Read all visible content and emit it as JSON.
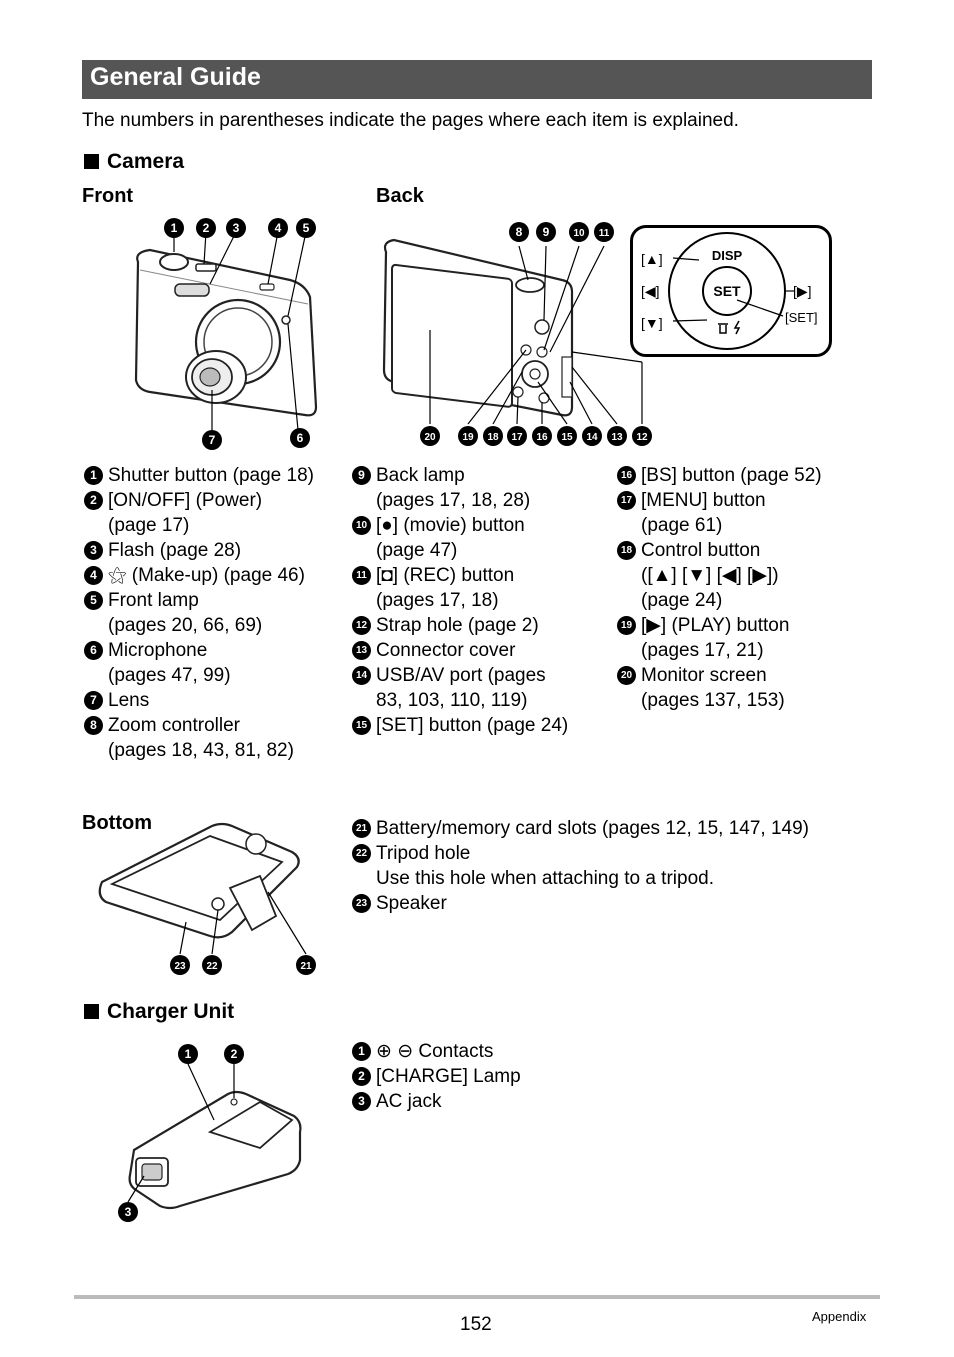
{
  "header": {
    "title": "General Guide"
  },
  "intro": "The numbers in parentheses indicate the pages where each item is explained.",
  "camera": {
    "heading": "Camera",
    "front_label": "Front",
    "back_label": "Back",
    "bottom_label": "Bottom",
    "dial_labels": {
      "disp": "DISP",
      "set": "SET",
      "up": "[▲]",
      "left": "[◀]",
      "down": "[▼]",
      "right": "[▶]",
      "set_bracket": "[SET]"
    },
    "col1": [
      {
        "num": "1",
        "lines": [
          "Shutter button (page 18)"
        ]
      },
      {
        "num": "2",
        "lines": [
          "[ON/OFF] (Power)",
          "(page 17)"
        ]
      },
      {
        "num": "3",
        "lines": [
          "Flash (page 28)"
        ]
      },
      {
        "num": "4",
        "lines": [
          "⚝ (Make-up) (page 46)"
        ]
      },
      {
        "num": "5",
        "lines": [
          "Front lamp",
          "(pages 20, 66, 69)"
        ]
      },
      {
        "num": "6",
        "lines": [
          "Microphone",
          "(pages 47, 99)"
        ]
      },
      {
        "num": "7",
        "lines": [
          "Lens"
        ]
      },
      {
        "num": "8",
        "lines": [
          "Zoom controller",
          "(pages 18, 43, 81, 82)"
        ]
      }
    ],
    "col2": [
      {
        "num": "9",
        "lines": [
          "Back lamp",
          "(pages 17, 18, 28)"
        ]
      },
      {
        "num": "10",
        "lines": [
          "[●] (movie) button",
          "(page 47)"
        ]
      },
      {
        "num": "11",
        "lines": [
          "[◘] (REC) button",
          "(pages 17, 18)"
        ]
      },
      {
        "num": "12",
        "lines": [
          "Strap hole (page 2)"
        ]
      },
      {
        "num": "13",
        "lines": [
          "Connector cover"
        ]
      },
      {
        "num": "14",
        "lines": [
          "USB/AV port (pages",
          "83, 103, 110, 119)"
        ]
      },
      {
        "num": "15",
        "lines": [
          "[SET] button (page 24)"
        ]
      }
    ],
    "col3": [
      {
        "num": "16",
        "lines": [
          "[BS] button (page 52)"
        ]
      },
      {
        "num": "17",
        "lines": [
          "[MENU] button",
          "(page 61)"
        ]
      },
      {
        "num": "18",
        "lines": [
          "Control button",
          "([▲] [▼] [◀] [▶])",
          "(page 24)"
        ]
      },
      {
        "num": "19",
        "lines": [
          "[▶] (PLAY) button",
          "(pages 17, 21)"
        ]
      },
      {
        "num": "20",
        "lines": [
          "Monitor screen",
          "(pages 137, 153)"
        ]
      }
    ],
    "bottom_items": [
      {
        "num": "21",
        "lines": [
          "Battery/memory card slots (pages 12, 15, 147, 149)"
        ]
      },
      {
        "num": "22",
        "lines": [
          "Tripod hole",
          "Use this hole when attaching to a tripod."
        ]
      },
      {
        "num": "23",
        "lines": [
          "Speaker"
        ]
      }
    ]
  },
  "charger": {
    "heading": "Charger Unit",
    "items": [
      {
        "num": "1",
        "lines": [
          "⊕ ⊖ Contacts"
        ]
      },
      {
        "num": "2",
        "lines": [
          "[CHARGE] Lamp"
        ]
      },
      {
        "num": "3",
        "lines": [
          "AC jack"
        ]
      }
    ]
  },
  "footer": {
    "page_number": "152",
    "section": "Appendix"
  }
}
